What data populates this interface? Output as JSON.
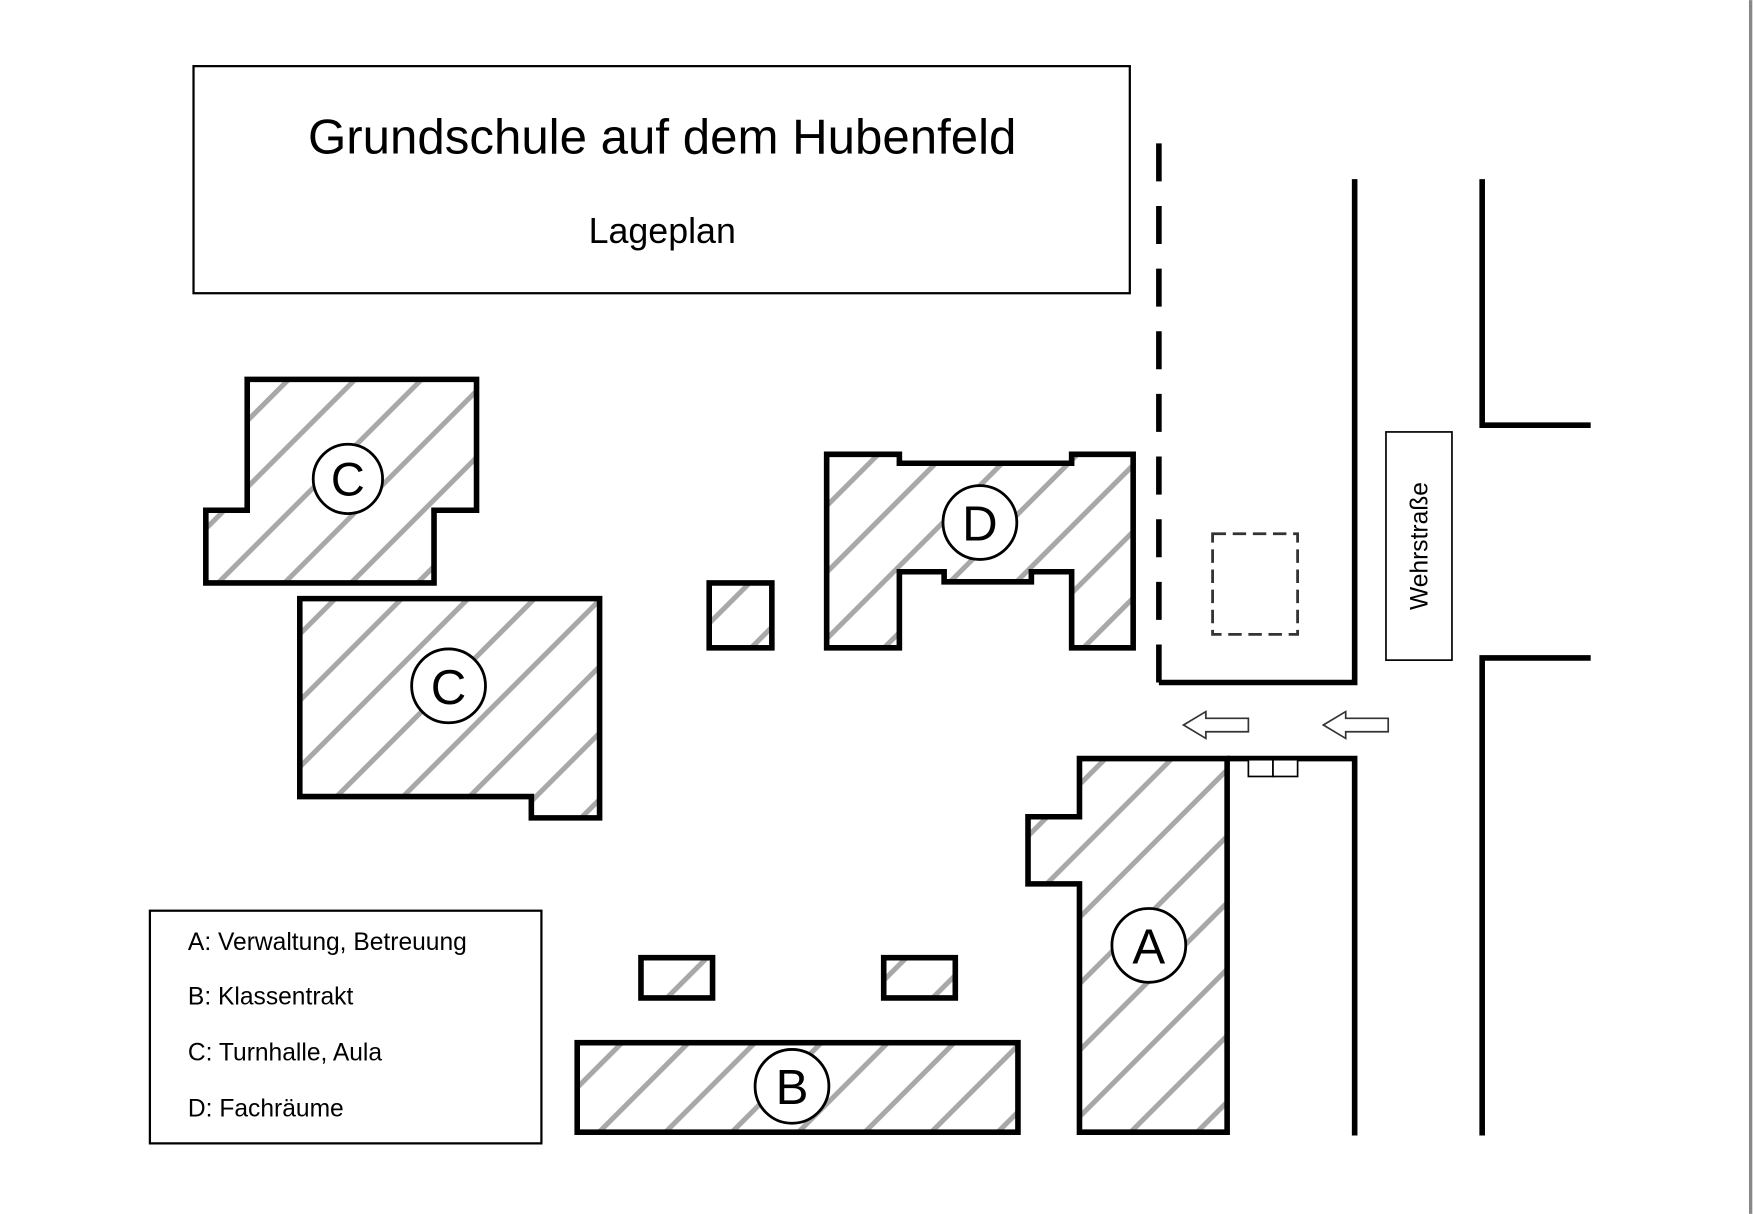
{
  "header": {
    "title": "Grundschule auf dem Hubenfeld",
    "subtitle": "Lageplan"
  },
  "street": {
    "name": "Wehrstraße"
  },
  "buildings": {
    "a": "A",
    "b": "B",
    "c1": "C",
    "c2": "C",
    "d": "D"
  },
  "legend": {
    "items": [
      "A: Verwaltung, Betreuung",
      "B: Klassentrakt",
      "C: Turnhalle, Aula",
      "D: Fachräume"
    ]
  },
  "colors": {
    "hatch": "#a8a8a8",
    "outline": "#000000"
  }
}
